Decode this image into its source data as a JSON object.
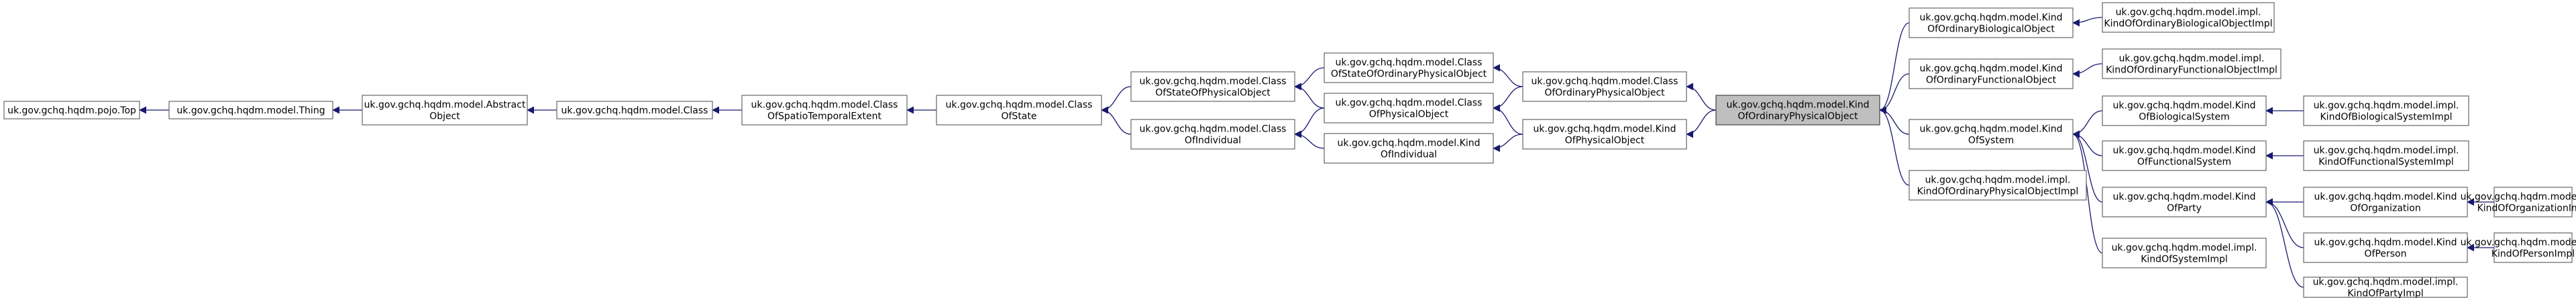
{
  "diagram": {
    "title": "Inheritance diagram for uk.gov.gchq.hqdm.model.KindOfOrdinaryPhysicalObject",
    "colors": {
      "edge": "#191970",
      "focus_fill": "#bfbfbf",
      "box_border": "#666666"
    },
    "nodes": {
      "top": [
        "uk.gov.gchq.hqdm.pojo.Top"
      ],
      "thing": [
        "uk.gov.gchq.hqdm.model.Thing"
      ],
      "abstract_object": [
        "uk.gov.gchq.hqdm.model.Abstract",
        "Object"
      ],
      "class": [
        "uk.gov.gchq.hqdm.model.Class"
      ],
      "class_spatio": [
        "uk.gov.gchq.hqdm.model.Class",
        "OfSpatioTemporalExtent"
      ],
      "class_state": [
        "uk.gov.gchq.hqdm.model.Class",
        "OfState"
      ],
      "class_state_phys": [
        "uk.gov.gchq.hqdm.model.Class",
        "OfStateOfPhysicalObject"
      ],
      "class_individual": [
        "uk.gov.gchq.hqdm.model.Class",
        "OfIndividual"
      ],
      "class_state_ord_phys": [
        "uk.gov.gchq.hqdm.model.Class",
        "OfStateOfOrdinaryPhysicalObject"
      ],
      "class_phys": [
        "uk.gov.gchq.hqdm.model.Class",
        "OfPhysicalObject"
      ],
      "kind_individual": [
        "uk.gov.gchq.hqdm.model.Kind",
        "OfIndividual"
      ],
      "class_ord_phys": [
        "uk.gov.gchq.hqdm.model.Class",
        "OfOrdinaryPhysicalObject"
      ],
      "kind_phys": [
        "uk.gov.gchq.hqdm.model.Kind",
        "OfPhysicalObject"
      ],
      "kind_ord_phys": [
        "uk.gov.gchq.hqdm.model.Kind",
        "OfOrdinaryPhysicalObject"
      ],
      "kind_ord_bio": [
        "uk.gov.gchq.hqdm.model.Kind",
        "OfOrdinaryBiologicalObject"
      ],
      "kind_ord_func": [
        "uk.gov.gchq.hqdm.model.Kind",
        "OfOrdinaryFunctionalObject"
      ],
      "kind_system": [
        "uk.gov.gchq.hqdm.model.Kind",
        "OfSystem"
      ],
      "kind_ord_phys_impl": [
        "uk.gov.gchq.hqdm.model.impl.",
        "KindOfOrdinaryPhysicalObjectImpl"
      ],
      "kind_ord_bio_impl": [
        "uk.gov.gchq.hqdm.model.impl.",
        "KindOfOrdinaryBiologicalObjectImpl"
      ],
      "kind_ord_func_impl": [
        "uk.gov.gchq.hqdm.model.impl.",
        "KindOfOrdinaryFunctionalObjectImpl"
      ],
      "kind_bio_sys": [
        "uk.gov.gchq.hqdm.model.Kind",
        "OfBiologicalSystem"
      ],
      "kind_func_sys": [
        "uk.gov.gchq.hqdm.model.Kind",
        "OfFunctionalSystem"
      ],
      "kind_party": [
        "uk.gov.gchq.hqdm.model.Kind",
        "OfParty"
      ],
      "kind_system_impl": [
        "uk.gov.gchq.hqdm.model.impl.",
        "KindOfSystemImpl"
      ],
      "kind_bio_sys_impl": [
        "uk.gov.gchq.hqdm.model.impl.",
        "KindOfBiologicalSystemImpl"
      ],
      "kind_func_sys_impl": [
        "uk.gov.gchq.hqdm.model.impl.",
        "KindOfFunctionalSystemImpl"
      ],
      "kind_org": [
        "uk.gov.gchq.hqdm.model.Kind",
        "OfOrganization"
      ],
      "kind_person": [
        "uk.gov.gchq.hqdm.model.Kind",
        "OfPerson"
      ],
      "kind_party_impl": [
        "uk.gov.gchq.hqdm.model.impl.",
        "KindOfPartyImpl"
      ],
      "kind_org_impl": [
        "uk.gov.gchq.hqdm.model.impl.",
        "KindOfOrganizationImpl"
      ],
      "kind_person_impl": [
        "uk.gov.gchq.hqdm.model.impl.",
        "KindOfPersonImpl"
      ]
    },
    "focus": "kind_ord_phys",
    "edges": [
      [
        "top",
        "thing"
      ],
      [
        "thing",
        "abstract_object"
      ],
      [
        "abstract_object",
        "class"
      ],
      [
        "class",
        "class_spatio"
      ],
      [
        "class_spatio",
        "class_state"
      ],
      [
        "class_state",
        "class_state_phys"
      ],
      [
        "class_state",
        "class_individual"
      ],
      [
        "class_state_phys",
        "class_state_ord_phys"
      ],
      [
        "class_state_phys",
        "class_phys"
      ],
      [
        "class_individual",
        "class_phys"
      ],
      [
        "class_individual",
        "kind_individual"
      ],
      [
        "class_state_ord_phys",
        "class_ord_phys"
      ],
      [
        "class_phys",
        "class_ord_phys"
      ],
      [
        "class_phys",
        "kind_phys"
      ],
      [
        "kind_individual",
        "kind_phys"
      ],
      [
        "class_ord_phys",
        "kind_ord_phys"
      ],
      [
        "kind_phys",
        "kind_ord_phys"
      ],
      [
        "kind_ord_phys",
        "kind_ord_bio"
      ],
      [
        "kind_ord_phys",
        "kind_ord_func"
      ],
      [
        "kind_ord_phys",
        "kind_system"
      ],
      [
        "kind_ord_phys",
        "kind_ord_phys_impl"
      ],
      [
        "kind_ord_bio",
        "kind_ord_bio_impl"
      ],
      [
        "kind_ord_func",
        "kind_ord_func_impl"
      ],
      [
        "kind_system",
        "kind_bio_sys"
      ],
      [
        "kind_system",
        "kind_func_sys"
      ],
      [
        "kind_system",
        "kind_party"
      ],
      [
        "kind_system",
        "kind_system_impl"
      ],
      [
        "kind_bio_sys",
        "kind_bio_sys_impl"
      ],
      [
        "kind_func_sys",
        "kind_func_sys_impl"
      ],
      [
        "kind_party",
        "kind_org"
      ],
      [
        "kind_party",
        "kind_person"
      ],
      [
        "kind_party",
        "kind_party_impl"
      ],
      [
        "kind_org",
        "kind_org_impl"
      ],
      [
        "kind_person",
        "kind_person_impl"
      ]
    ]
  }
}
